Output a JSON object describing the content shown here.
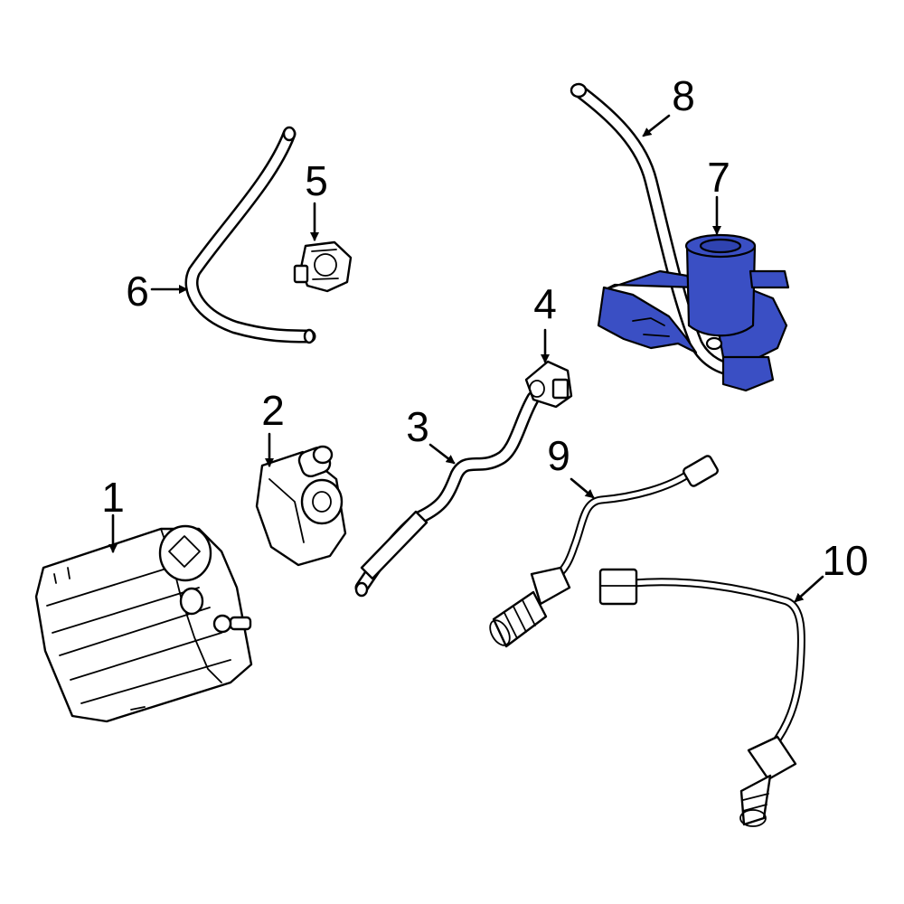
{
  "highlight_color": "#3a4fc4",
  "callouts": {
    "c1": "1",
    "c2": "2",
    "c3": "3",
    "c4": "4",
    "c5": "5",
    "c6": "6",
    "c7": "7",
    "c8": "8",
    "c9": "9",
    "c10": "10"
  }
}
